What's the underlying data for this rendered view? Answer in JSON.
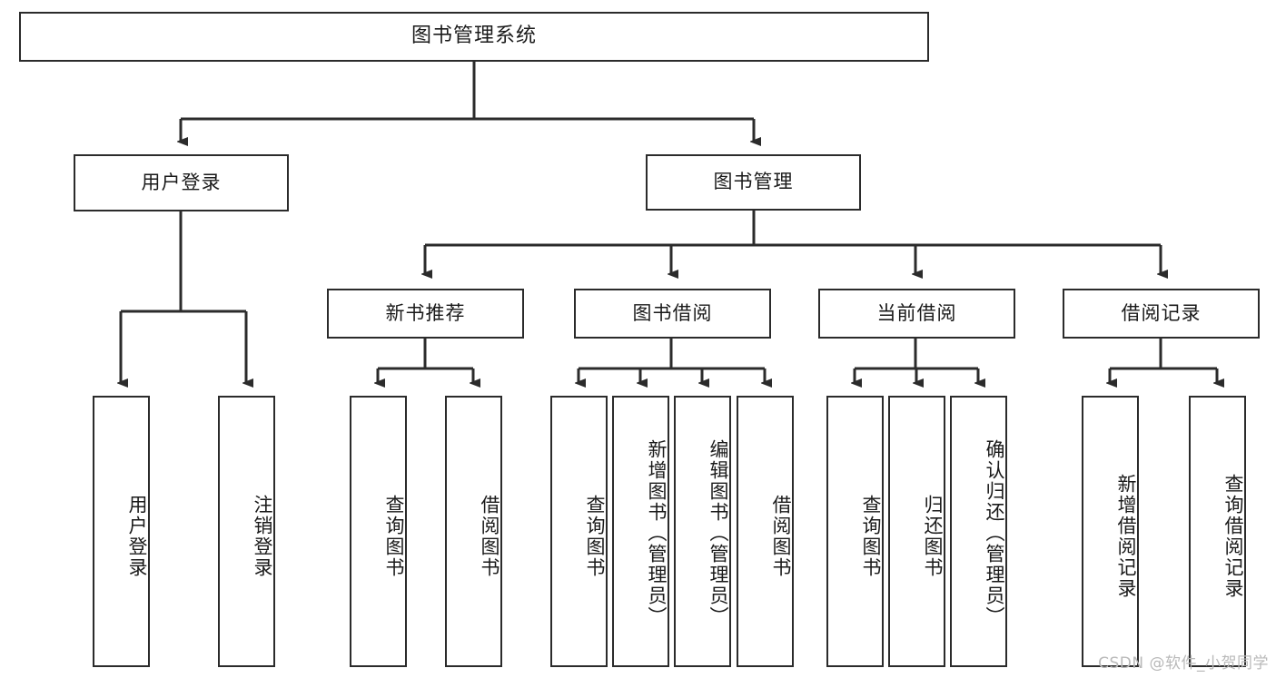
{
  "diagram": {
    "title": "图书管理系统",
    "type": "tree",
    "watermark": "CSDN @软件_小贺同学",
    "colors": {
      "box_border": "#2b2b2b",
      "box_fill": "#ffffff",
      "edge": "#2b2b2b",
      "text": "#1a1a1a",
      "watermark": "#b9b9b9",
      "background": "#ffffff"
    },
    "nodes": {
      "root": {
        "label": "图书管理系统"
      },
      "level1": [
        {
          "id": "user-login",
          "label": "用户登录"
        },
        {
          "id": "book-manage",
          "label": "图书管理"
        }
      ],
      "level2": [
        {
          "id": "new-book-recommend",
          "label": "新书推荐"
        },
        {
          "id": "book-borrow",
          "label": "图书借阅"
        },
        {
          "id": "current-borrow",
          "label": "当前借阅"
        },
        {
          "id": "borrow-record",
          "label": "借阅记录"
        }
      ],
      "leaves": {
        "user_login": [
          {
            "id": "leaf-user-login",
            "label": "用户登录"
          },
          {
            "id": "leaf-user-logout",
            "label": "注销登录"
          }
        ],
        "new_book_recommend": [
          {
            "id": "leaf-query-book-1",
            "label": "查询图书"
          },
          {
            "id": "leaf-borrow-book-1",
            "label": "借阅图书"
          }
        ],
        "book_borrow": [
          {
            "id": "leaf-query-book-2",
            "label": "查询图书"
          },
          {
            "id": "leaf-add-book",
            "label": "新增图书（管理员）"
          },
          {
            "id": "leaf-edit-book",
            "label": "编辑图书（管理员）"
          },
          {
            "id": "leaf-borrow-book-2",
            "label": "借阅图书"
          }
        ],
        "current_borrow": [
          {
            "id": "leaf-query-book-3",
            "label": "查询图书"
          },
          {
            "id": "leaf-return-book",
            "label": "归还图书"
          },
          {
            "id": "leaf-confirm-return",
            "label": "确认归还（管理员）"
          }
        ],
        "borrow_record": [
          {
            "id": "leaf-add-record",
            "label": "新增借阅记录"
          },
          {
            "id": "leaf-query-record",
            "label": "查询借阅记录"
          }
        ]
      }
    }
  }
}
